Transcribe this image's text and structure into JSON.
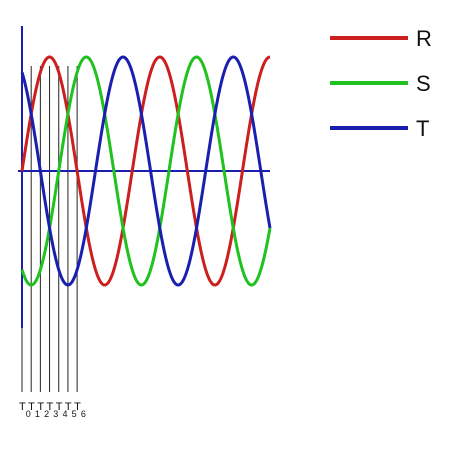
{
  "chart_data": {
    "type": "line",
    "title": "",
    "xlabel": "",
    "ylabel": "",
    "amplitude": 1,
    "x_unit": "electrical degrees",
    "xlim": [
      0,
      810
    ],
    "ylim": [
      -1,
      1
    ],
    "grid": false,
    "legend_position": "top-right",
    "time_markers": [
      {
        "label": "T",
        "sub": "0",
        "x": 0
      },
      {
        "label": "T",
        "sub": "1",
        "x": 30
      },
      {
        "label": "T",
        "sub": "2",
        "x": 60
      },
      {
        "label": "T",
        "sub": "3",
        "x": 90
      },
      {
        "label": "T",
        "sub": "4",
        "x": 120
      },
      {
        "label": "T",
        "sub": "5",
        "x": 150
      },
      {
        "label": "T",
        "sub": "6",
        "x": 180
      }
    ],
    "series": [
      {
        "name": "R",
        "color": "#cc1f1f",
        "phase_deg": 0
      },
      {
        "name": "S",
        "color": "#1fc21f",
        "phase_deg": 120
      },
      {
        "name": "T",
        "color": "#1a1fb0",
        "phase_deg": 240
      }
    ]
  }
}
